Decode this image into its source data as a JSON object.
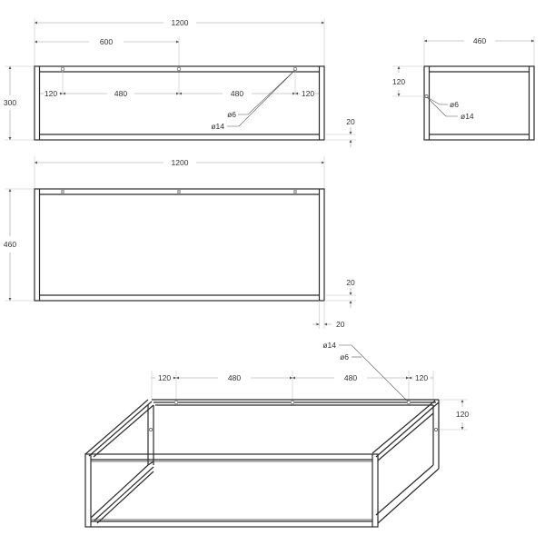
{
  "views": {
    "front": {
      "overall_width": "1200",
      "half_width": "600",
      "height": "300",
      "hole_offset_left": "120",
      "hole_spacing_1": "480",
      "hole_spacing_2": "480",
      "hole_offset_right": "120",
      "hole_inner_diameter": "ø6",
      "hole_outer_diameter": "ø14",
      "tube_thickness": "20"
    },
    "side": {
      "depth": "460",
      "hole_height": "120",
      "hole_inner_diameter": "ø6",
      "hole_outer_diameter": "ø14"
    },
    "top": {
      "overall_width": "1200",
      "depth": "460",
      "tube_thickness_vertical": "20",
      "tube_thickness_horizontal": "20"
    },
    "isometric": {
      "hole_outer_diameter": "ø14",
      "hole_inner_diameter": "ø6",
      "hole_offset_left": "120",
      "hole_spacing_1": "480",
      "hole_spacing_2": "480",
      "hole_offset_right": "120",
      "hole_height": "120"
    }
  },
  "colors": {
    "line": "#2b2b2b",
    "dimension": "#9a9a9a",
    "text": "#333333",
    "background": "#ffffff"
  }
}
